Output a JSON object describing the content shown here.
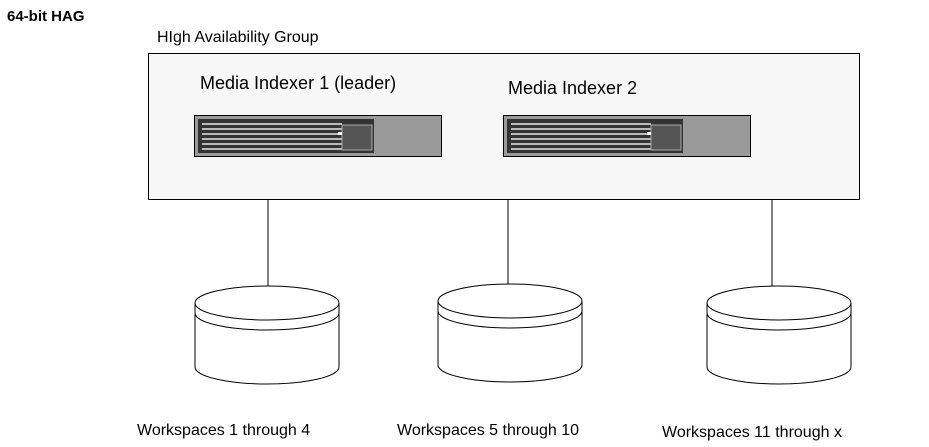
{
  "heading": "64-bit HAG",
  "group": {
    "label": "HIgh Availability Group"
  },
  "servers": [
    {
      "label": "Media Indexer 1 (leader)",
      "icon": "server-rack-icon"
    },
    {
      "label": "Media Indexer 2",
      "icon": "server-rack-icon"
    }
  ],
  "workspaces": [
    {
      "label": "Workspaces 1 through 4",
      "icon": "database-icon"
    },
    {
      "label": "Workspaces 5 through 10",
      "icon": "database-icon"
    },
    {
      "label": "Workspaces 11 through x",
      "icon": "database-icon"
    }
  ],
  "colors": {
    "group_fill": "#f7f7f7",
    "server_body": "#9a9a9a",
    "server_panel": "#333333"
  }
}
